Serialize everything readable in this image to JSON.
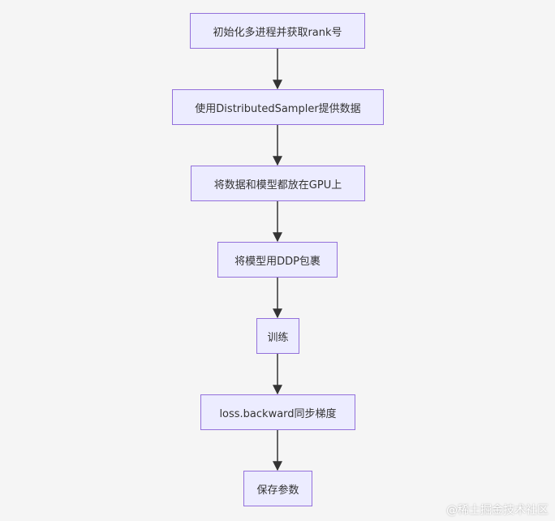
{
  "flowchart": {
    "nodes": [
      {
        "id": "n1",
        "label": "初始化多进程并获取rank号"
      },
      {
        "id": "n2",
        "label": "使用DistributedSampler提供数据"
      },
      {
        "id": "n3",
        "label": "将数据和模型都放在GPU上"
      },
      {
        "id": "n4",
        "label": "将模型用DDP包裹"
      },
      {
        "id": "n5",
        "label": "训练"
      },
      {
        "id": "n6",
        "label": "loss.backward同步梯度"
      },
      {
        "id": "n7",
        "label": "保存参数"
      }
    ],
    "edges": [
      {
        "from": "n1",
        "to": "n2"
      },
      {
        "from": "n2",
        "to": "n3"
      },
      {
        "from": "n3",
        "to": "n4"
      },
      {
        "from": "n4",
        "to": "n5"
      },
      {
        "from": "n5",
        "to": "n6"
      },
      {
        "from": "n6",
        "to": "n7"
      }
    ]
  },
  "colors": {
    "node_fill": "#ececff",
    "node_border": "#9370db",
    "edge": "#333333",
    "background": "#f5f5f5"
  },
  "watermark": {
    "text": "@稀土掘金技术社区"
  }
}
